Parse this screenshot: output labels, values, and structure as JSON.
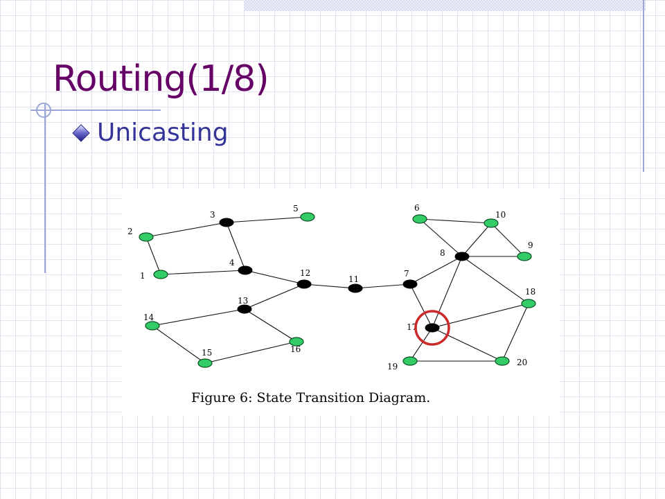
{
  "slide": {
    "title": "Routing(1/8)",
    "bullet": "Unicasting"
  },
  "colors": {
    "title": "#660066",
    "bullet_text": "#333399",
    "node_green": "#33cc66",
    "node_black": "#000000",
    "highlight": "#cc2a2a"
  },
  "figure": {
    "caption": "Figure 6: State Transition Diagram.",
    "highlighted_node": "17",
    "nodes": [
      {
        "id": "1",
        "type": "green"
      },
      {
        "id": "2",
        "type": "green"
      },
      {
        "id": "3",
        "type": "black"
      },
      {
        "id": "4",
        "type": "black"
      },
      {
        "id": "5",
        "type": "green"
      },
      {
        "id": "6",
        "type": "green"
      },
      {
        "id": "7",
        "type": "black"
      },
      {
        "id": "8",
        "type": "black"
      },
      {
        "id": "9",
        "type": "green"
      },
      {
        "id": "10",
        "type": "green"
      },
      {
        "id": "11",
        "type": "black"
      },
      {
        "id": "12",
        "type": "black"
      },
      {
        "id": "13",
        "type": "black"
      },
      {
        "id": "14",
        "type": "green"
      },
      {
        "id": "15",
        "type": "green"
      },
      {
        "id": "16",
        "type": "green"
      },
      {
        "id": "17",
        "type": "black"
      },
      {
        "id": "18",
        "type": "green"
      },
      {
        "id": "19",
        "type": "green"
      },
      {
        "id": "20",
        "type": "green"
      }
    ],
    "edges": [
      [
        "2",
        "3"
      ],
      [
        "3",
        "5"
      ],
      [
        "2",
        "1"
      ],
      [
        "1",
        "4"
      ],
      [
        "3",
        "4"
      ],
      [
        "4",
        "12"
      ],
      [
        "12",
        "11"
      ],
      [
        "11",
        "7"
      ],
      [
        "12",
        "13"
      ],
      [
        "13",
        "14"
      ],
      [
        "13",
        "16"
      ],
      [
        "14",
        "15"
      ],
      [
        "15",
        "16"
      ],
      [
        "7",
        "8"
      ],
      [
        "7",
        "17"
      ],
      [
        "6",
        "10"
      ],
      [
        "6",
        "8"
      ],
      [
        "8",
        "10"
      ],
      [
        "10",
        "9"
      ],
      [
        "8",
        "9"
      ],
      [
        "8",
        "17"
      ],
      [
        "8",
        "18"
      ],
      [
        "17",
        "18"
      ],
      [
        "18",
        "20"
      ],
      [
        "17",
        "19"
      ],
      [
        "17",
        "20"
      ],
      [
        "19",
        "20"
      ]
    ]
  }
}
